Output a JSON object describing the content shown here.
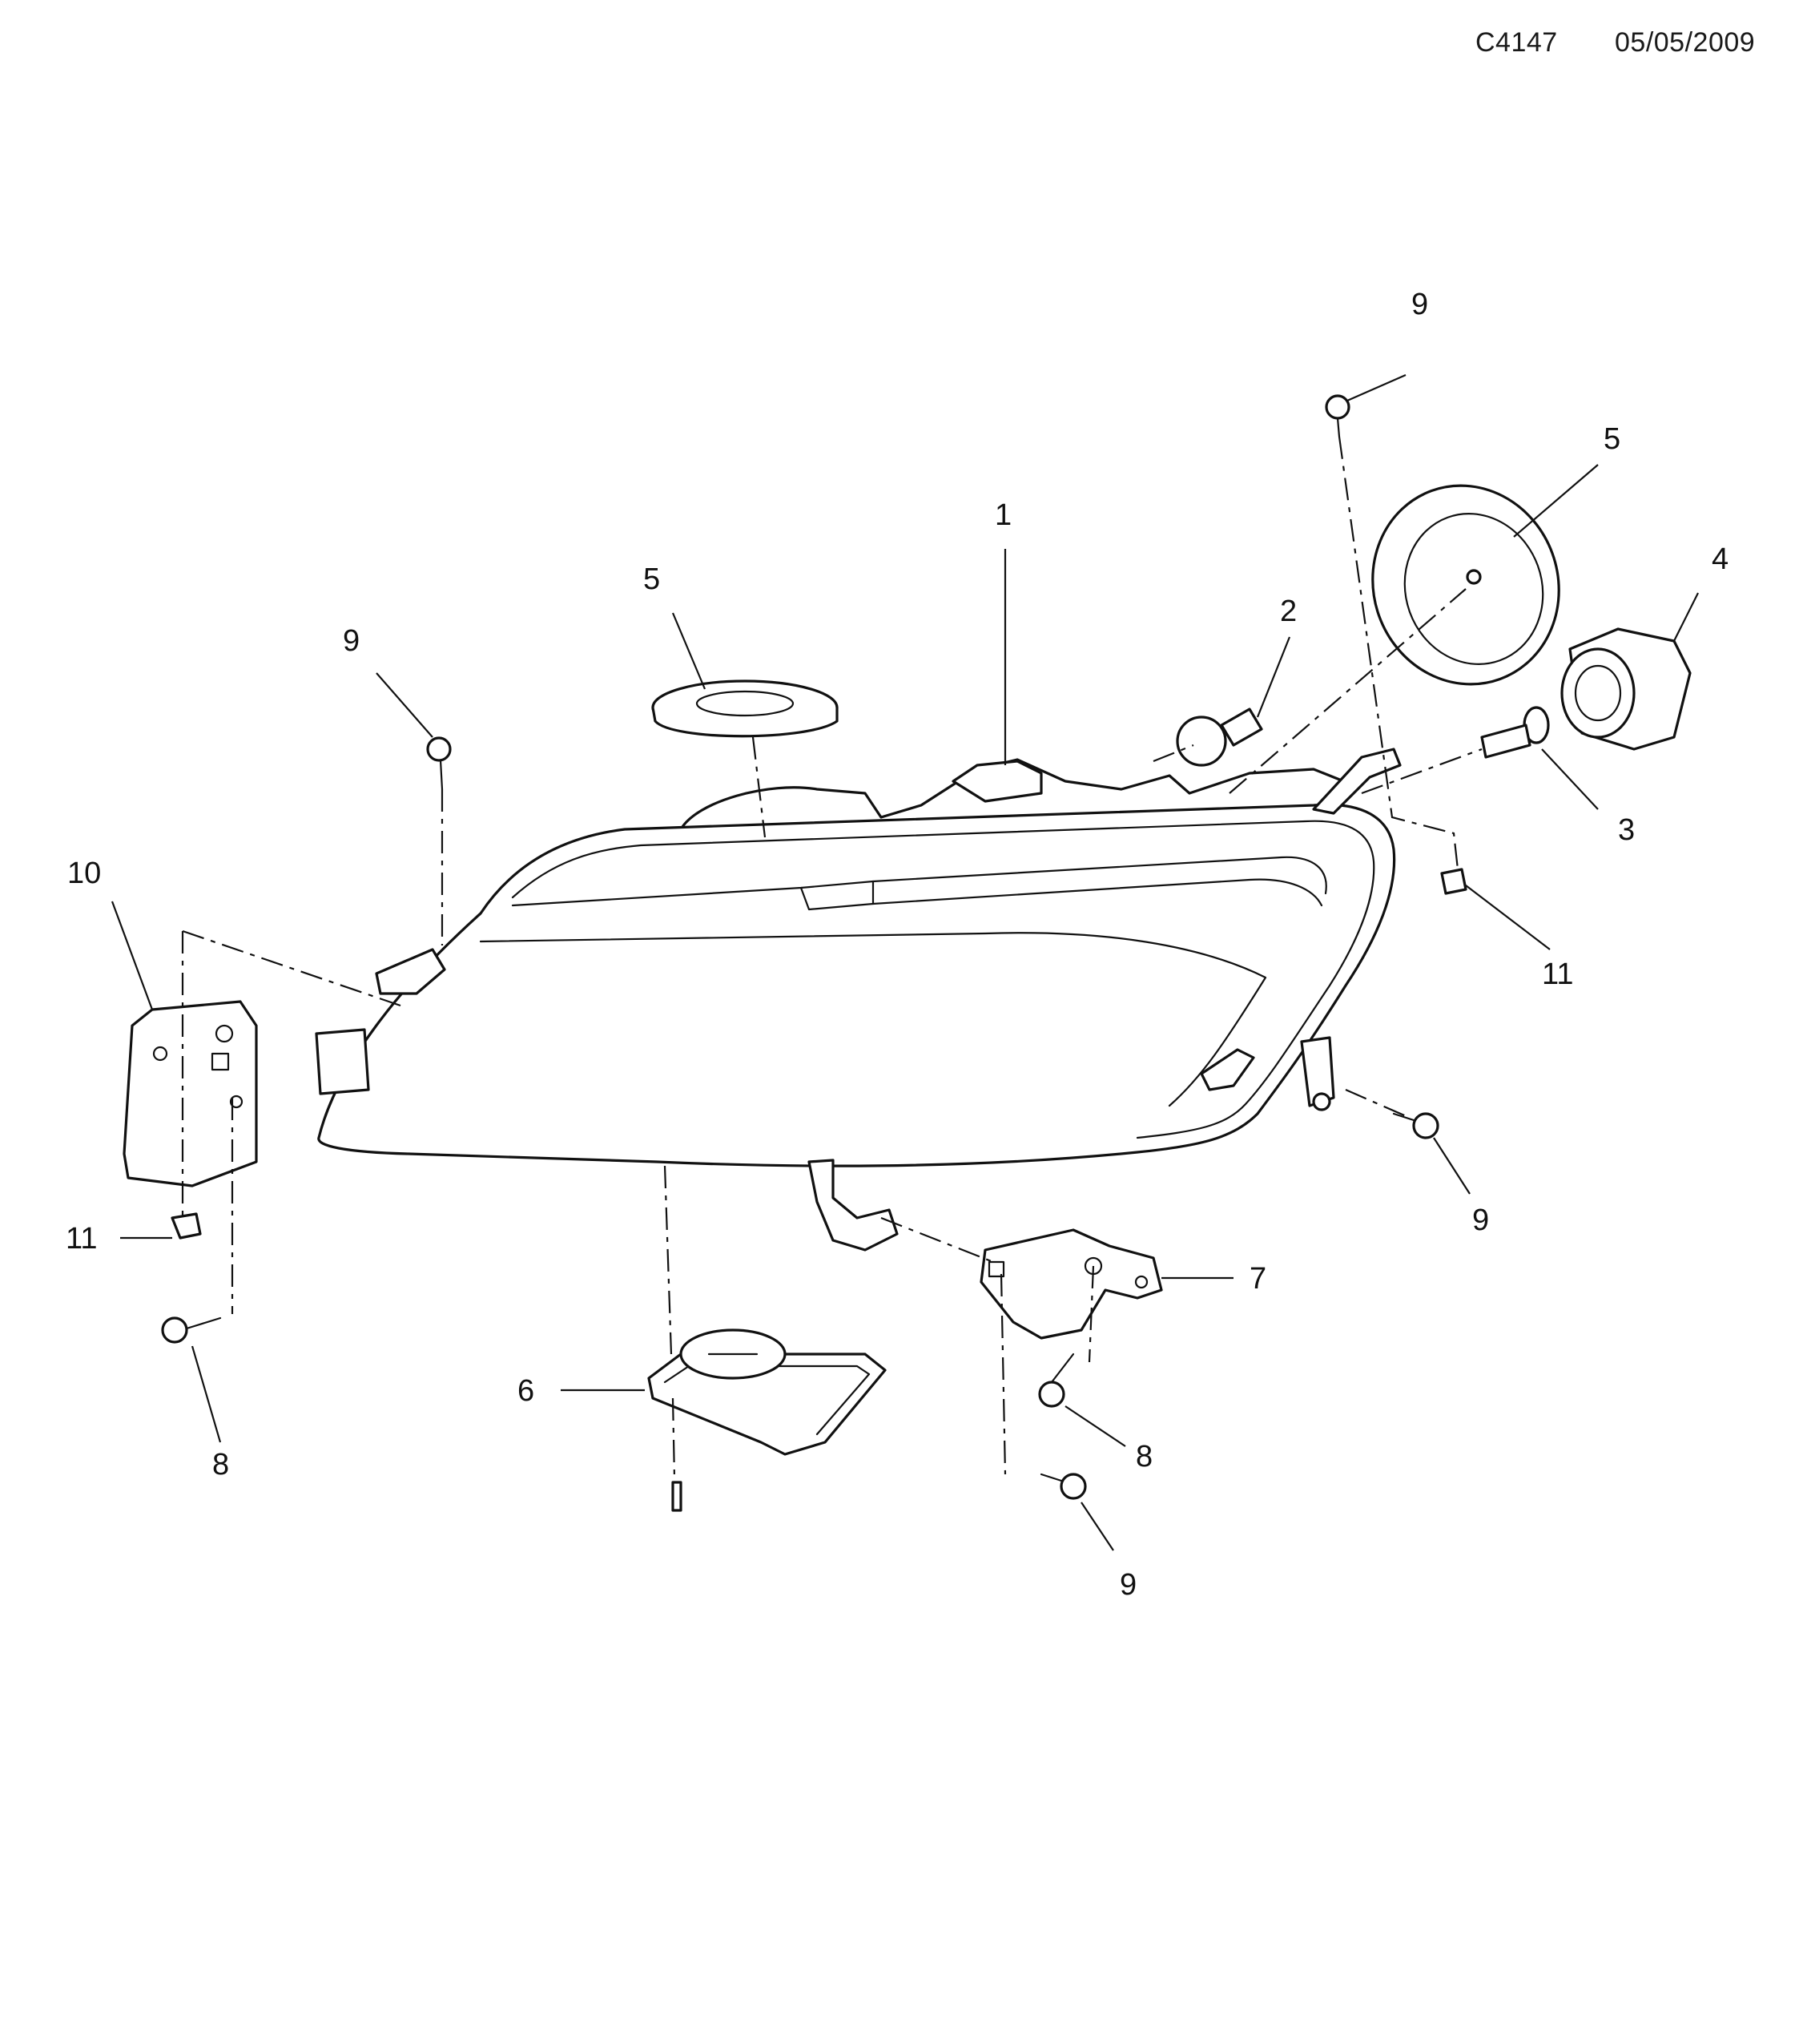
{
  "header": {
    "drawing_code": "C4147",
    "date": "05/05/2009"
  },
  "callouts": [
    {
      "label": "1"
    },
    {
      "label": "2"
    },
    {
      "label": "3"
    },
    {
      "label": "4"
    },
    {
      "label": "5"
    },
    {
      "label": "5"
    },
    {
      "label": "6"
    },
    {
      "label": "7"
    },
    {
      "label": "8"
    },
    {
      "label": "8"
    },
    {
      "label": "9"
    },
    {
      "label": "9"
    },
    {
      "label": "9"
    },
    {
      "label": "9"
    },
    {
      "label": "10"
    },
    {
      "label": "11"
    },
    {
      "label": "11"
    }
  ]
}
